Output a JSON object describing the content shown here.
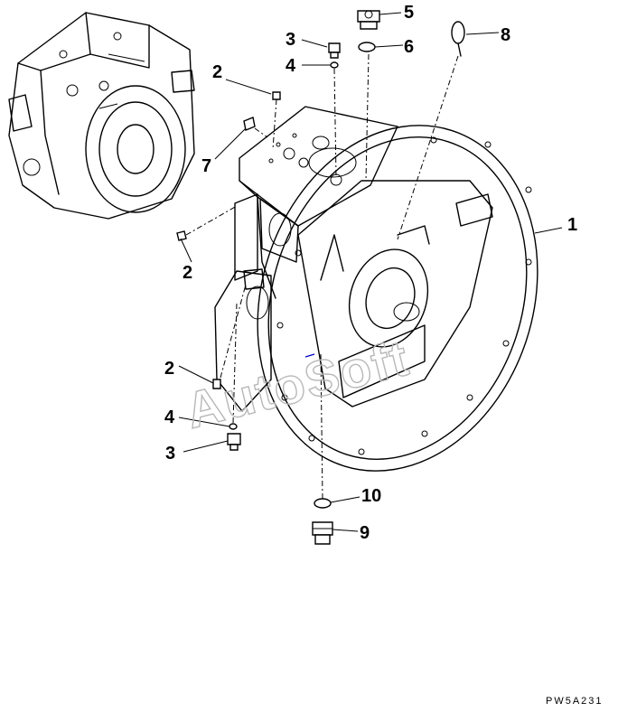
{
  "callouts": [
    {
      "id": "1",
      "label": "1"
    },
    {
      "id": "2a",
      "label": "2"
    },
    {
      "id": "2b",
      "label": "2"
    },
    {
      "id": "2c",
      "label": "2"
    },
    {
      "id": "3a",
      "label": "3"
    },
    {
      "id": "3b",
      "label": "3"
    },
    {
      "id": "4a",
      "label": "4"
    },
    {
      "id": "4b",
      "label": "4"
    },
    {
      "id": "5",
      "label": "5"
    },
    {
      "id": "6",
      "label": "6"
    },
    {
      "id": "7",
      "label": "7"
    },
    {
      "id": "8",
      "label": "8"
    },
    {
      "id": "9",
      "label": "9"
    },
    {
      "id": "10",
      "label": "10"
    }
  ],
  "watermark": "AutoSoft",
  "drawing_code": "PW5A231"
}
